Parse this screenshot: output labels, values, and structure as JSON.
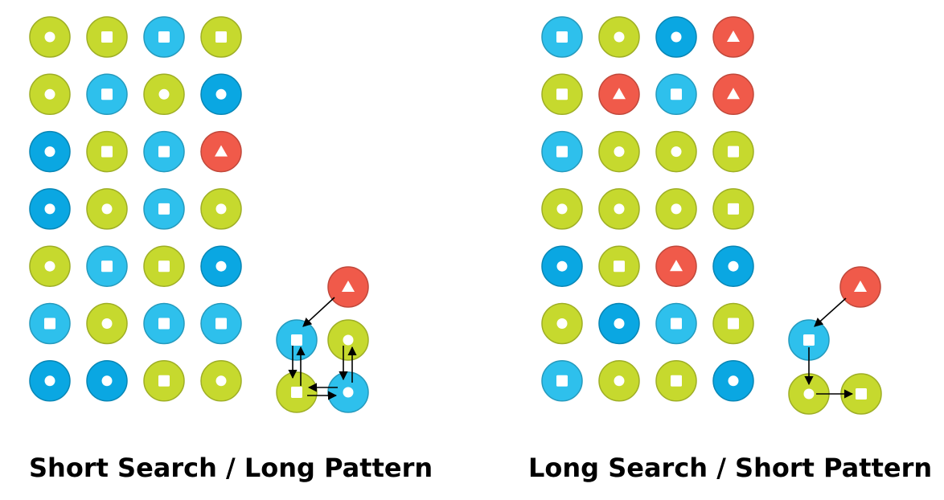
{
  "colors": {
    "green": "#c6d92e",
    "light_blue": "#2ec0ec",
    "dark_blue": "#0aa7e2",
    "red": "#f05a4a",
    "white": "#ffffff",
    "arrow": "#000000"
  },
  "panels": [
    {
      "caption": "Short Search / Long Pattern",
      "grid": [
        [
          [
            "green",
            "circle"
          ],
          [
            "green",
            "square"
          ],
          [
            "light_blue",
            "square"
          ],
          [
            "green",
            "square"
          ]
        ],
        [
          [
            "green",
            "circle"
          ],
          [
            "light_blue",
            "square"
          ],
          [
            "green",
            "circle"
          ],
          [
            "dark_blue",
            "circle"
          ]
        ],
        [
          [
            "dark_blue",
            "circle"
          ],
          [
            "green",
            "square"
          ],
          [
            "light_blue",
            "square"
          ],
          [
            "red",
            "triangle"
          ]
        ],
        [
          [
            "dark_blue",
            "circle"
          ],
          [
            "green",
            "circle"
          ],
          [
            "light_blue",
            "square"
          ],
          [
            "green",
            "circle"
          ]
        ],
        [
          [
            "green",
            "circle"
          ],
          [
            "light_blue",
            "square"
          ],
          [
            "green",
            "square"
          ],
          [
            "dark_blue",
            "circle"
          ]
        ],
        [
          [
            "light_blue",
            "square"
          ],
          [
            "green",
            "circle"
          ],
          [
            "light_blue",
            "square"
          ],
          [
            "light_blue",
            "square"
          ]
        ],
        [
          [
            "dark_blue",
            "circle"
          ],
          [
            "dark_blue",
            "circle"
          ],
          [
            "green",
            "square"
          ],
          [
            "green",
            "circle"
          ]
        ]
      ],
      "pattern_nodes": [
        {
          "id": "p1",
          "color": "red",
          "symbol": "triangle"
        },
        {
          "id": "p2",
          "color": "light_blue",
          "symbol": "square"
        },
        {
          "id": "p3",
          "color": "green",
          "symbol": "circle"
        },
        {
          "id": "p4",
          "color": "green",
          "symbol": "square"
        },
        {
          "id": "p5",
          "color": "light_blue",
          "symbol": "circle"
        }
      ],
      "pattern_edges": [
        [
          "p1",
          "p2"
        ],
        [
          "p2",
          "p4"
        ],
        [
          "p4",
          "p2"
        ],
        [
          "p4",
          "p5"
        ],
        [
          "p5",
          "p4"
        ],
        [
          "p3",
          "p5"
        ],
        [
          "p5",
          "p3"
        ]
      ]
    },
    {
      "caption": "Long Search / Short Pattern",
      "grid": [
        [
          [
            "light_blue",
            "square"
          ],
          [
            "green",
            "circle"
          ],
          [
            "dark_blue",
            "circle"
          ],
          [
            "red",
            "triangle"
          ]
        ],
        [
          [
            "green",
            "square"
          ],
          [
            "red",
            "triangle"
          ],
          [
            "light_blue",
            "square"
          ],
          [
            "red",
            "triangle"
          ]
        ],
        [
          [
            "light_blue",
            "square"
          ],
          [
            "green",
            "circle"
          ],
          [
            "green",
            "circle"
          ],
          [
            "green",
            "square"
          ]
        ],
        [
          [
            "green",
            "circle"
          ],
          [
            "green",
            "circle"
          ],
          [
            "green",
            "circle"
          ],
          [
            "green",
            "square"
          ]
        ],
        [
          [
            "dark_blue",
            "circle"
          ],
          [
            "green",
            "square"
          ],
          [
            "red",
            "triangle"
          ],
          [
            "dark_blue",
            "circle"
          ]
        ],
        [
          [
            "green",
            "circle"
          ],
          [
            "dark_blue",
            "circle"
          ],
          [
            "light_blue",
            "square"
          ],
          [
            "green",
            "square"
          ]
        ],
        [
          [
            "light_blue",
            "square"
          ],
          [
            "green",
            "circle"
          ],
          [
            "green",
            "square"
          ],
          [
            "dark_blue",
            "circle"
          ]
        ]
      ],
      "pattern_nodes": [
        {
          "id": "q1",
          "color": "red",
          "symbol": "triangle"
        },
        {
          "id": "q2",
          "color": "light_blue",
          "symbol": "square"
        },
        {
          "id": "q3",
          "color": "green",
          "symbol": "circle"
        },
        {
          "id": "q4",
          "color": "green",
          "symbol": "square"
        }
      ],
      "pattern_edges": [
        [
          "q1",
          "q2"
        ],
        [
          "q2",
          "q3"
        ],
        [
          "q3",
          "q4"
        ]
      ]
    }
  ]
}
